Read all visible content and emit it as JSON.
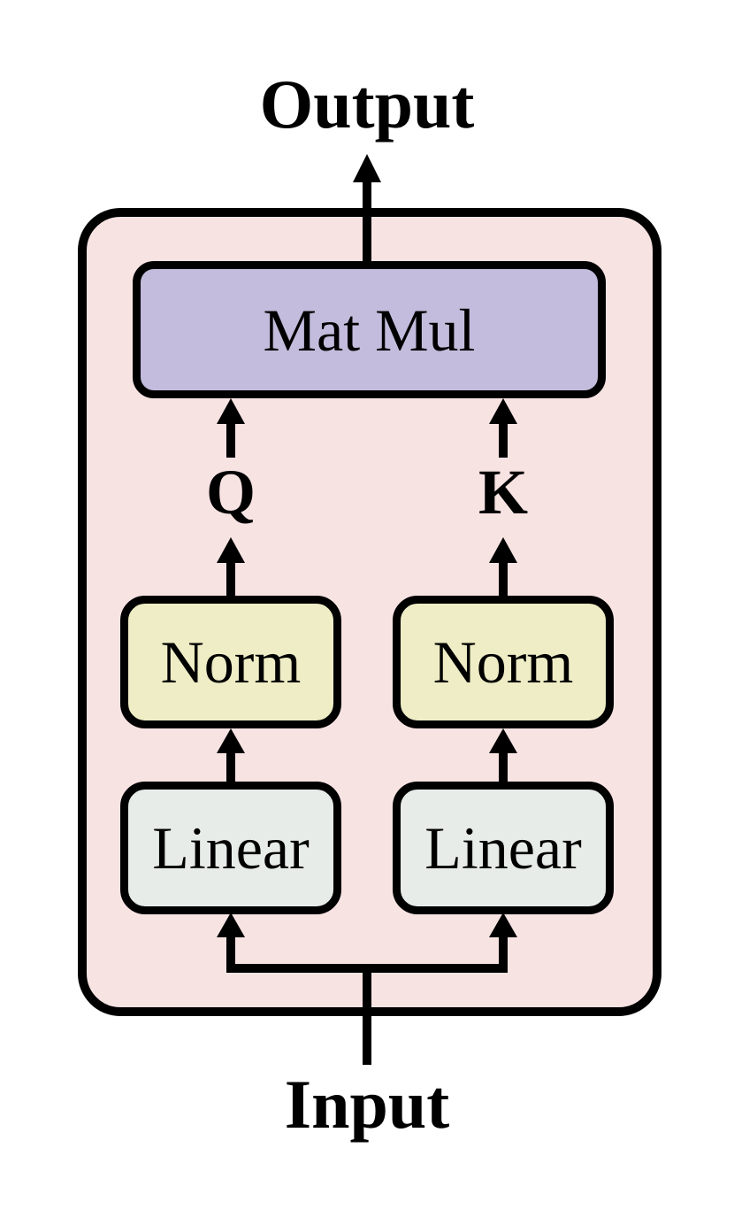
{
  "diagram": {
    "output_label": "Output",
    "input_label": "Input",
    "q_label": "Q",
    "k_label": "K",
    "nodes": {
      "matmul": {
        "label": "Mat Mul",
        "fill": "#c3bcdc"
      },
      "norm_q": {
        "label": "Norm",
        "fill": "#eeedc5"
      },
      "norm_k": {
        "label": "Norm",
        "fill": "#eeedc5"
      },
      "linear_q": {
        "label": "Linear",
        "fill": "#e7ece9"
      },
      "linear_k": {
        "label": "Linear",
        "fill": "#e7ece9"
      }
    },
    "container_fill": "#f8e3e3",
    "line_color": "#000000",
    "background": "#ffffff"
  }
}
